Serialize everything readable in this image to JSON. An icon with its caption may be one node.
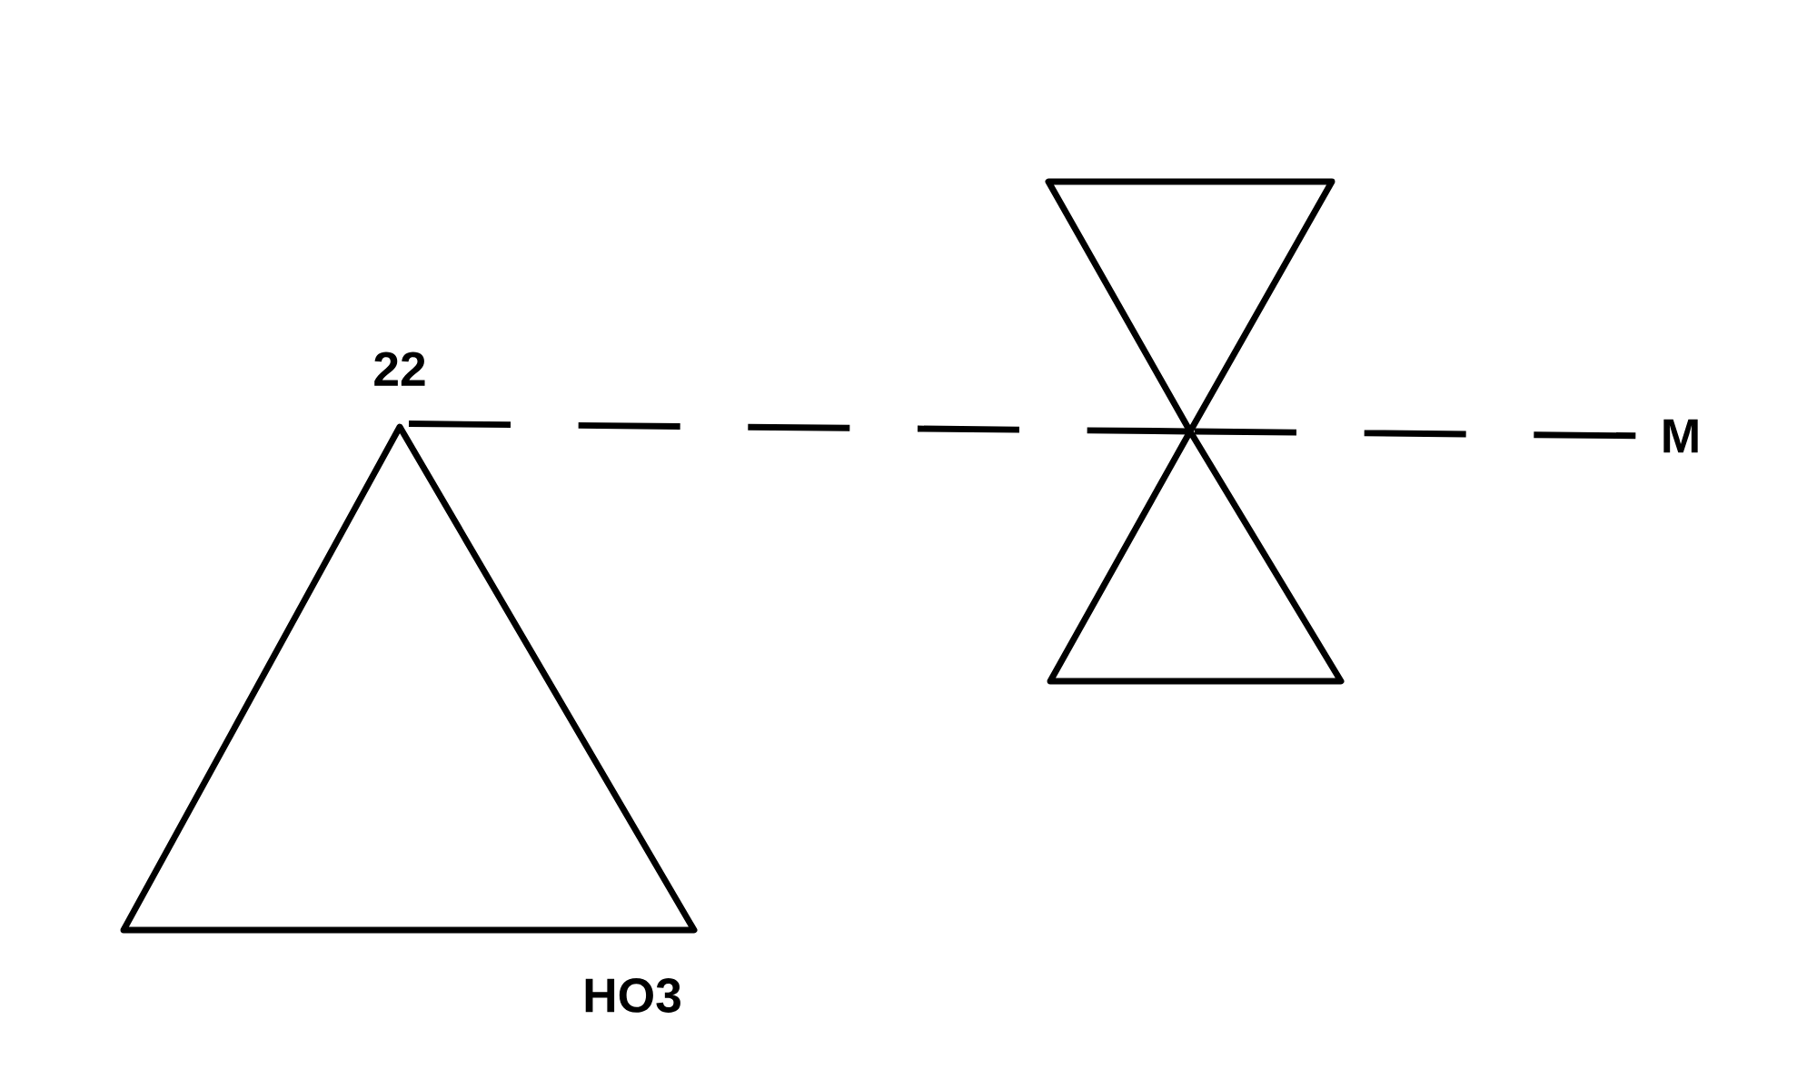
{
  "diagram": {
    "nodes": [
      {
        "text": [],
        "shape": "triangle",
        "beside": [
          "22",
          "HO3"
        ]
      },
      {
        "text": [],
        "shape": "hourglass"
      },
      {
        "text": [
          "M"
        ]
      }
    ],
    "edges": [
      {
        "from": 0,
        "to": 1,
        "arrow": "none",
        "style": "dashed"
      },
      {
        "from": 1,
        "to": 2,
        "arrow": "none",
        "style": "dashed"
      }
    ]
  }
}
